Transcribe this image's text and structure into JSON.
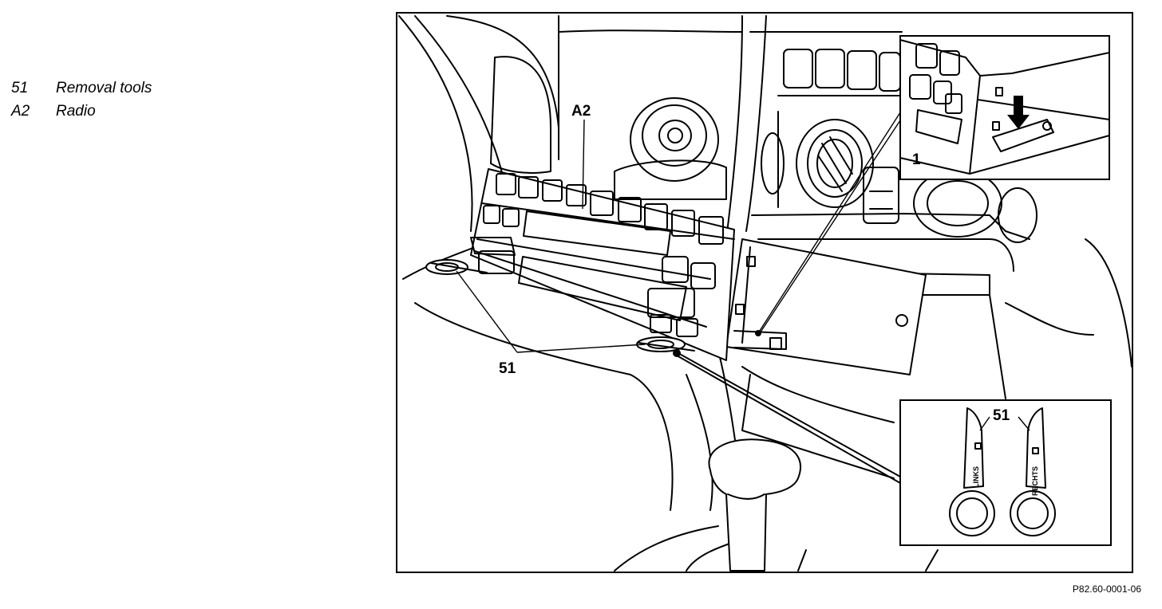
{
  "legend": [
    {
      "code": "51",
      "text": "Removal tools"
    },
    {
      "code": "A2",
      "text": "Radio"
    }
  ],
  "callouts": {
    "radio": "A2",
    "removal_tools": "51",
    "detail_index": "1",
    "detail_tools": "51",
    "tool_left": "LINKS",
    "tool_right": "RECHTS"
  },
  "figure_ref": "P82.60-0001-06"
}
